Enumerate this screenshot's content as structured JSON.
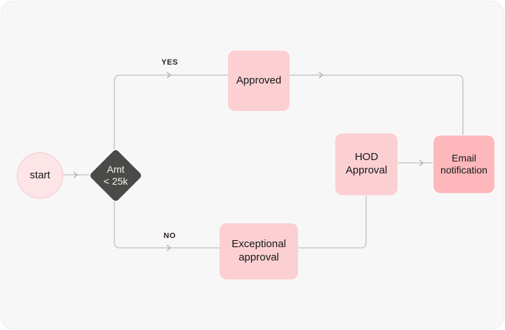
{
  "app": {
    "background_color": "#ffffff",
    "card_color": "#f7f7f8",
    "line_color": "#c9c9cb",
    "arrowhead_color": "#adadad"
  },
  "flowchart": {
    "nodes": [
      {
        "id": "start",
        "shape": "circle",
        "label": "start",
        "fill": "#fde5e7",
        "border": "#f6c7cb"
      },
      {
        "id": "decision",
        "shape": "diamond",
        "label": "Amt\n< 25k",
        "fill": "#4a4a48",
        "text_color": "#f6f4f2"
      },
      {
        "id": "approved",
        "shape": "rounded-rect",
        "label": "Approved",
        "fill": "#fcd0d2"
      },
      {
        "id": "exceptional-approval",
        "shape": "rounded-rect",
        "label": "Exceptional\napproval",
        "fill": "#fcd0d2"
      },
      {
        "id": "hod-approval",
        "shape": "rounded-rect",
        "label": "HOD\nApproval",
        "fill": "#fcd0d2"
      },
      {
        "id": "email-notification",
        "shape": "rounded-rect",
        "label": "Email\nnotification",
        "fill": "#feb8bb"
      }
    ],
    "edges": [
      {
        "from": "start",
        "to": "decision",
        "label": ""
      },
      {
        "from": "decision",
        "to": "approved",
        "label": "YES"
      },
      {
        "from": "approved",
        "to": "email-notification",
        "label": ""
      },
      {
        "from": "decision",
        "to": "exceptional-approval",
        "label": "NO"
      },
      {
        "from": "exceptional-approval",
        "to": "hod-approval",
        "label": ""
      },
      {
        "from": "hod-approval",
        "to": "email-notification",
        "label": ""
      }
    ],
    "edge_labels": {
      "yes": "YES",
      "no": "NO"
    }
  }
}
